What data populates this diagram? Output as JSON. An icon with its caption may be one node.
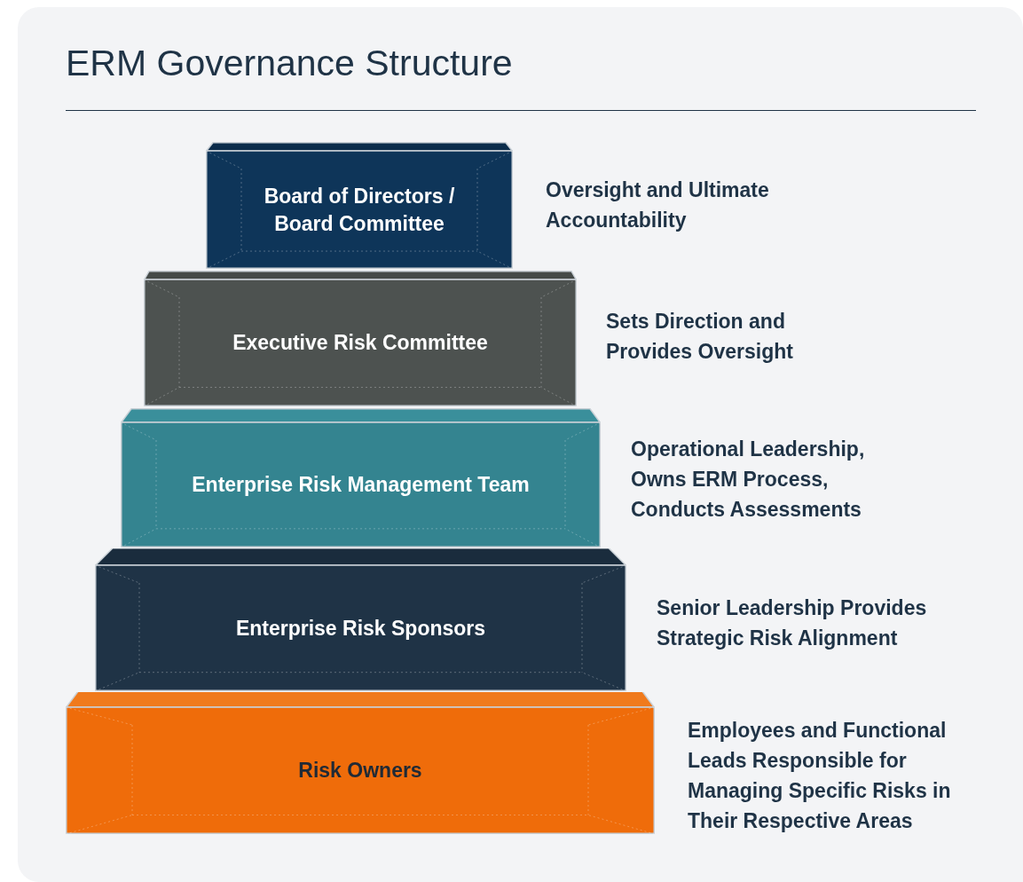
{
  "diagram": {
    "title": "ERM Governance Structure",
    "nodes": [
      {
        "text": [
          "Board of Directors / Board Committee"
        ],
        "beside": [
          "Oversight and Ultimate Accountability"
        ]
      },
      {
        "text": [
          "Executive Risk Committee"
        ],
        "beside": [
          "Sets Direction and Provides Oversight"
        ]
      },
      {
        "text": [
          "Enterprise Risk Management Team"
        ],
        "beside": [
          "Operational Leadership, Owns ERM Process, Conducts Assessments"
        ]
      },
      {
        "text": [
          "Enterprise Risk Sponsors"
        ],
        "beside": [
          "Senior Leadership Provides Strategic Risk Alignment"
        ]
      },
      {
        "text": [
          "Risk Owners"
        ],
        "beside": [
          "Employees and Functional Leads Responsible for Managing Specific Risks in Their Respective Areas"
        ]
      }
    ]
  }
}
